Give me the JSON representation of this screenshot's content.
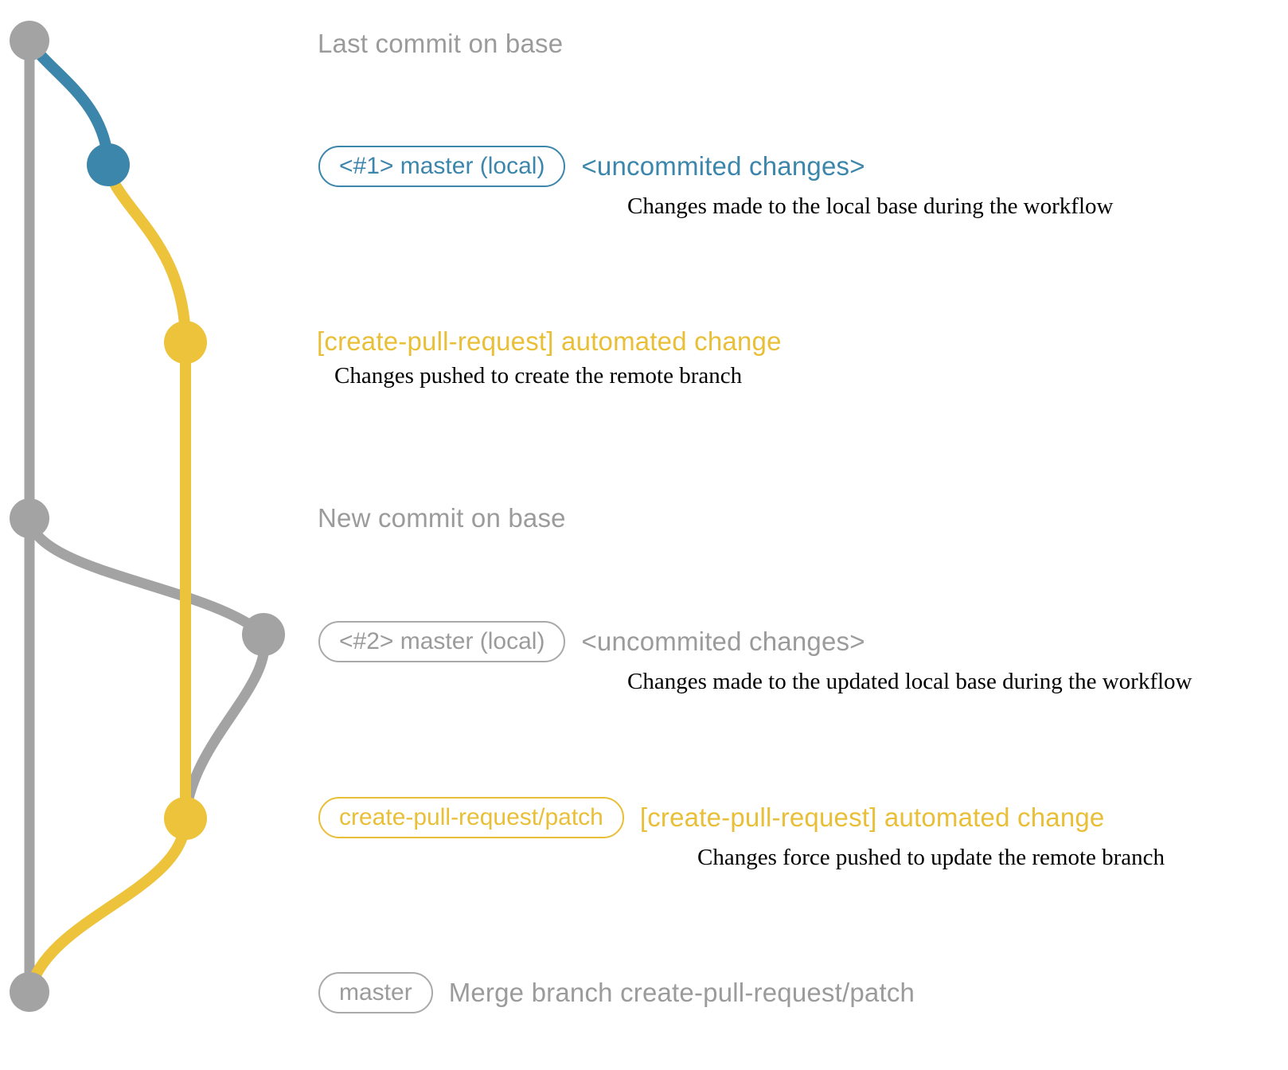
{
  "colors": {
    "gray": "#a3a3a3",
    "blue": "#3d86ab",
    "yellow": "#ecc33a"
  },
  "graph": {
    "base_branch": "master",
    "remote_branch": "create-pull-request/patch",
    "node_names": [
      "last-commit-on-base",
      "local-master-1",
      "remote-branch-commit-1",
      "new-commit-on-base",
      "local-master-2",
      "remote-branch-commit-2",
      "merge-commit"
    ]
  },
  "annotations": {
    "last_commit": {
      "title": "Last commit on base"
    },
    "local1": {
      "badge": "<#1> master (local)",
      "inline": "<uncommited changes>",
      "desc": "Changes made to the local base during the workflow"
    },
    "push1": {
      "title": "[create-pull-request] automated change",
      "desc": "Changes pushed to create the remote branch"
    },
    "new_commit": {
      "title": "New commit on base"
    },
    "local2": {
      "badge": "<#2> master (local)",
      "inline": "<uncommited changes>",
      "desc": "Changes made to the updated local base during the workflow"
    },
    "push2": {
      "badge": "create-pull-request/patch",
      "inline": "[create-pull-request] automated change",
      "desc": "Changes force pushed to update the remote branch"
    },
    "merge": {
      "badge": "master",
      "inline": "Merge branch create-pull-request/patch"
    }
  }
}
